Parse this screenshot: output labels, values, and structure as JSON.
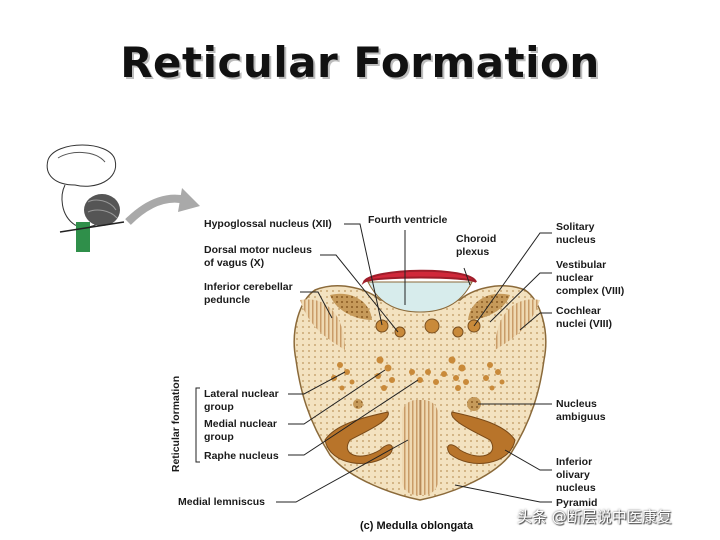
{
  "title": "Reticular Formation",
  "caption": "(c) Medulla oblongata",
  "watermark": "头条 @断层说中医康复",
  "labels": {
    "hypoglossal": "Hypoglossal nucleus (XII)",
    "dorsal_motor_1": "Dorsal motor nucleus",
    "dorsal_motor_2": "of vagus (X)",
    "inf_cerebellar_1": "Inferior cerebellar",
    "inf_cerebellar_2": "peduncle",
    "fourth_ventricle": "Fourth ventricle",
    "choroid_1": "Choroid",
    "choroid_2": "plexus",
    "solitary_1": "Solitary",
    "solitary_2": "nucleus",
    "vestibular_1": "Vestibular",
    "vestibular_2": "nuclear",
    "vestibular_3": "complex (VIII)",
    "cochlear_1": "Cochlear",
    "cochlear_2": "nuclei (VIII)",
    "lateral_1": "Lateral nuclear",
    "lateral_2": "group",
    "medial_1": "Medial nuclear",
    "medial_2": "group",
    "raphe": "Raphe nucleus",
    "reticular_formation": "Reticular formation",
    "nucleus_ambiguus_1": "Nucleus",
    "nucleus_ambiguus_2": "ambiguus",
    "inferior_olivary_1": "Inferior",
    "inferior_olivary_2": "olivary",
    "inferior_olivary_3": "nucleus",
    "pyramid": "Pyramid",
    "medial_lemniscus": "Medial lemniscus"
  },
  "colors": {
    "tissue": "#f3e2c0",
    "nucleus": "#c98a3a",
    "olive": "#b8742a",
    "choroid": "#d0283a",
    "ventricle": "#d7ecec",
    "brainstem_green": "#2f8f4a",
    "arrow_gray": "#a9a9a9"
  }
}
